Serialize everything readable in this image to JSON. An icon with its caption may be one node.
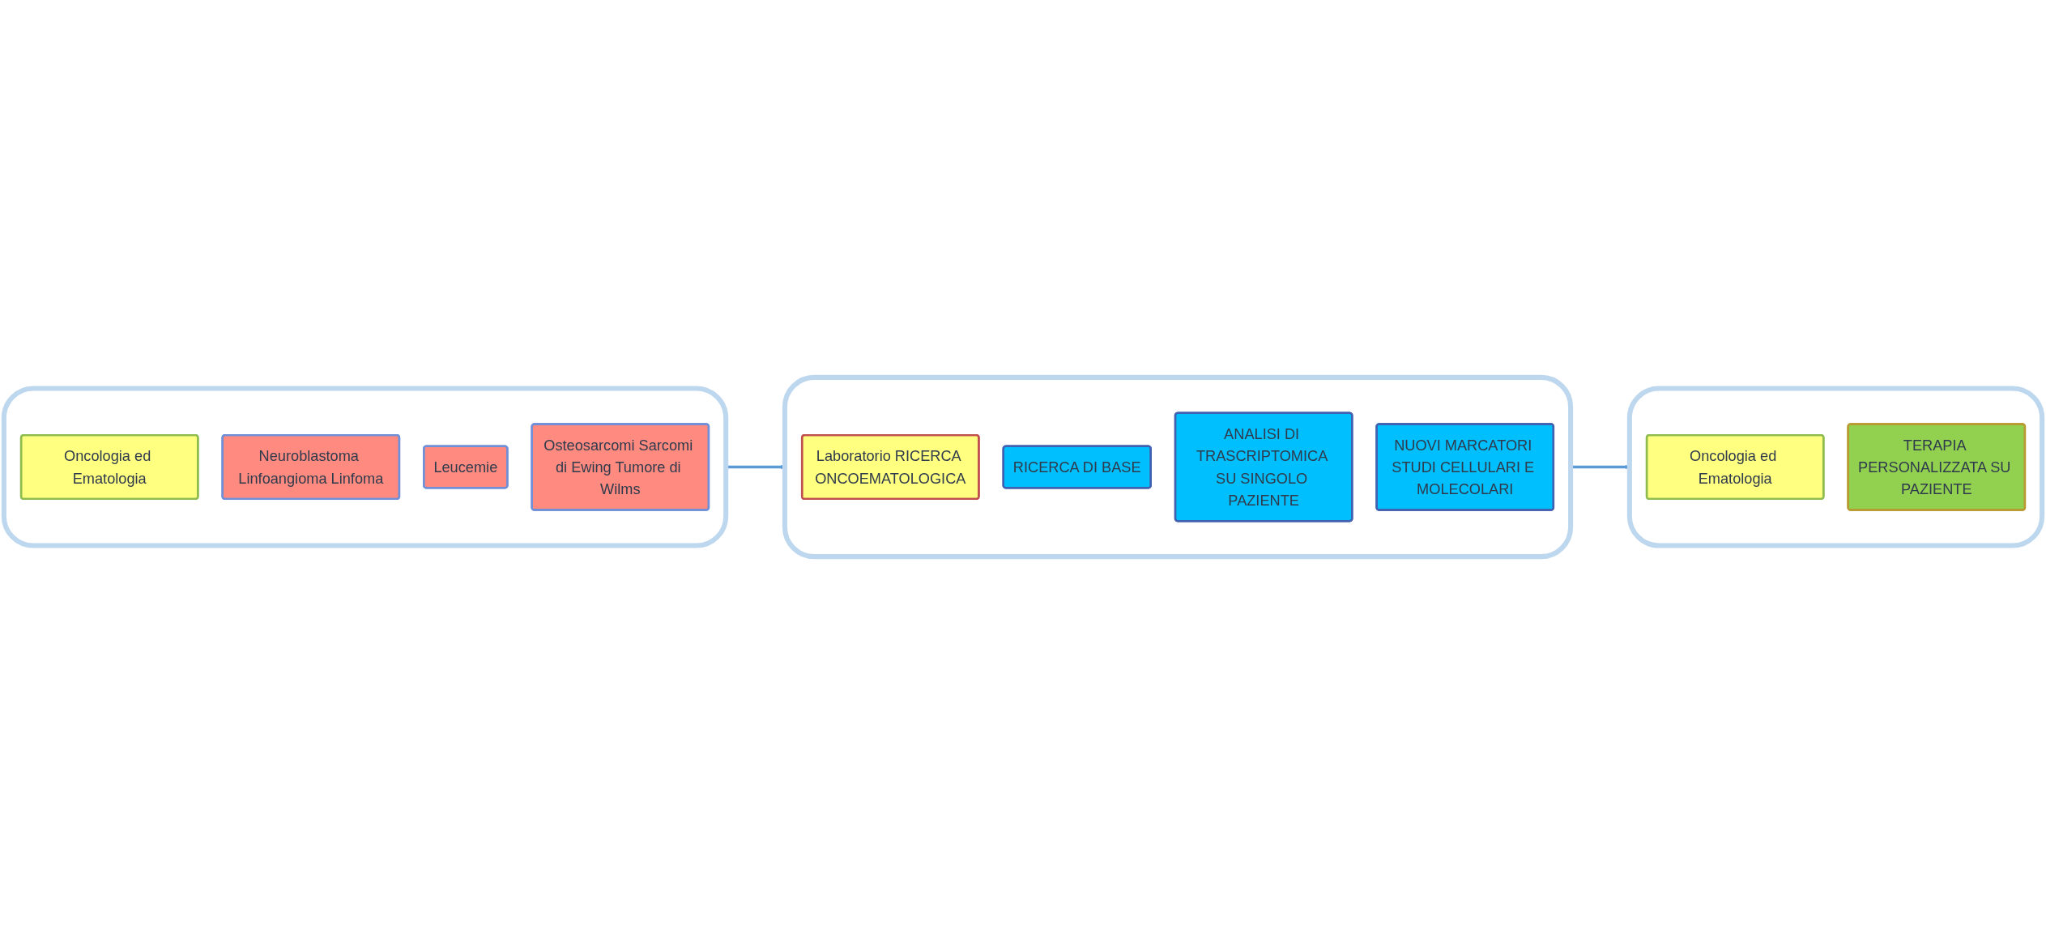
{
  "diagram": {
    "nodes": [
      {
        "text": [],
        "shape": "box"
      },
      {
        "text": [
          "Oncologia ed Ematologia"
        ],
        "in": 0
      },
      {
        "text": [
          "Neuroblastoma Linfoangioma Linfoma"
        ],
        "in": 0
      },
      {
        "text": [
          "Leucemie"
        ],
        "in": 0
      },
      {
        "text": [
          "Osteosarcomi Sarcomi di Ewing Tumore di Wilms"
        ],
        "in": 0
      },
      {
        "text": [],
        "shape": "box"
      },
      {
        "text": [
          "Laboratorio RICERCA ONCOEMATOLOGICA"
        ],
        "in": 5
      },
      {
        "text": [
          "RICERCA DI BASE"
        ],
        "in": 5
      },
      {
        "text": [
          "ANALISI DI TRASCRIPTOMICA SU SINGOLO PAZIENTE"
        ],
        "in": 5
      },
      {
        "text": [
          "NUOVI MARCATORI STUDI CELLULARI E MOLECOLARI"
        ],
        "in": 5
      },
      {
        "text": [],
        "shape": "box"
      },
      {
        "text": [
          "Oncologia ed Ematologia"
        ],
        "in": 10
      },
      {
        "text": [
          "TERAPIA PERSONALIZZATA SU PAZIENTE"
        ],
        "in": 10
      }
    ],
    "edges": [
      {
        "from": 0,
        "to": 5,
        "arrow": "to"
      },
      {
        "from": 5,
        "to": 10,
        "arrow": "to"
      }
    ]
  }
}
